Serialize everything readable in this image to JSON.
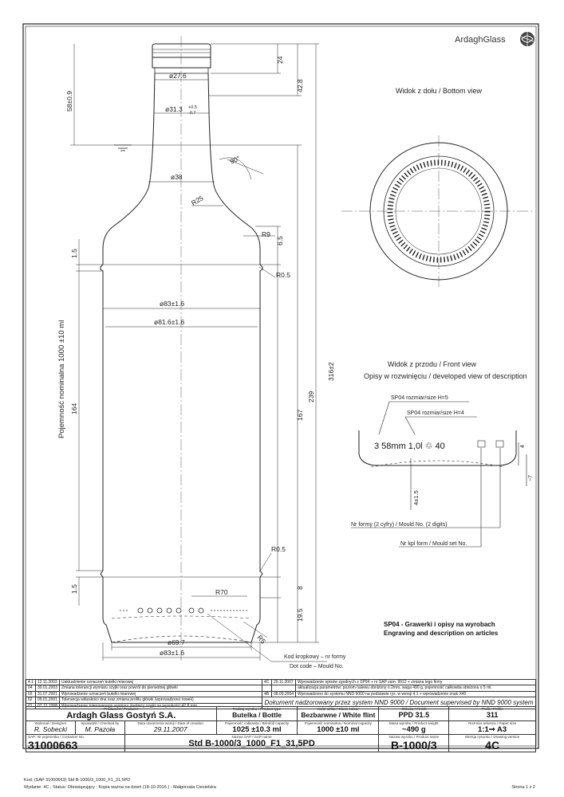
{
  "logo": {
    "brand": "ArdaghGlass"
  },
  "views": {
    "bottom": "Widok z dołu / Bottom view",
    "front": "Widok z przodu / Front view",
    "developed": "Opisy w rozwinięciu / developed view of description"
  },
  "capacity_label": "Pojemność nominalna 1000 ±10 ml",
  "dims": {
    "d_27_6": "ø27.6",
    "d_31_3": "ø31.3",
    "d_31_3_tol_up": "+0.5",
    "d_31_3_tol_dn": "-0.7",
    "d_38": "ø38",
    "d_83_a": "ø83±1.6",
    "d_81_6": "ø81.6±1.6",
    "d_69_7": "ø69.7",
    "d_83_b": "ø83±1.6",
    "r25": "R25",
    "r9": "R9",
    "r0_5_a": "R0.5",
    "r0_5_b": "R0.5",
    "r70": "R70",
    "r5": "R5",
    "angle_90": "90°",
    "h24": "24",
    "h42_8": "42.8",
    "h58": "58±0.9",
    "h6_5": "6.5",
    "h1_5_a": "1.5",
    "h164": "164",
    "h167": "167",
    "h239": "239",
    "h316": "316±2",
    "h1_5_b": "1.5",
    "h8": "8",
    "h19_5": "19.5",
    "h4": "4",
    "h4_1_5": "4±1.5",
    "h7": "~7"
  },
  "front_view": {
    "sp04_h5": "SP04 rozmiar/size H=5",
    "sp04_h4": "SP04 rozmiar/size H=4",
    "engraving": "3 58mm 1,0l ♲ 40",
    "mould_no": "Nr formy (2 cyfry) / Mould No. (2 digits)",
    "mould_set": "Nr kpl form / Mould set No."
  },
  "dot_code": {
    "pl": "Kod kropkowy – nr formy",
    "en": "Dot code – Mould No."
  },
  "sp04": {
    "title_pl": "SP04 - Grawerki i opisy na wyrobach",
    "title_en": "Engraving and description on articles"
  },
  "revisions": {
    "left": [
      {
        "idx": "4.1",
        "date": "12.11.2003",
        "desc": "Uaktualnienie oznaczeń butelki miarowej"
      },
      {
        "idx": "04",
        "date": "30.01.2003",
        "desc": "Zmiana tolerancji wymiaru szyjki oraz powrót do pierwotnej główki"
      },
      {
        "idx": "03",
        "date": "31.07.2001",
        "desc": "Wprowadzenie oznaczeń butelki miarowej"
      },
      {
        "idx": "02",
        "date": "09.01.2001",
        "desc": "Tolerancja wklęsłości dna oraz zmiana profilu główki (wprowadzono rowek)"
      },
      {
        "idx": "01",
        "date": "07.12.1998",
        "desc": "Wprowadzenie tolerowanego wymiaru średnicy szyjki na wysokości 42.8 mm"
      }
    ],
    "right": [
      {
        "idx": "4C",
        "date": "29.11.2007",
        "desc": "Wprowadzenie opisów zgodnych z SP04 + nr SAP zam. 9912 + zmiana logo firmy"
      },
      {
        "idx": "",
        "date": "",
        "desc": "aktualizacja parametrów: poziom nalewu obniżony o 2mm, waga 490 g, pojemność całkowita obniżona o 5 ml."
      },
      {
        "idx": "4B",
        "date": "08.09.2004",
        "desc": "Wprowadzono do systemu NND 9000 na podstawie rys. w wersji 4.1 + wprowadzenie znak X40"
      }
    ]
  },
  "supervised": "Dokument nadzorowany przez system NND 9000 / Document supervised by NND 9000 system",
  "title_block": {
    "producer_label": "Producent / Producer",
    "producer": "Ardagh Glass Gostyń S.A.",
    "designer_label": "Wykonał / Designer",
    "designer": "R. Sobecki",
    "checked_label": "Sprawdził / Checked by",
    "checked": "M. Pazoła",
    "date_label": "Data utworzenia wersji / Date of creation",
    "date": "29.11.2007",
    "product_type_label": "Rodzaj wyrobu / Product type",
    "product_type": "Butelka / Bottle",
    "colour_label": "Kolor szkła / Glass colour",
    "colour": "Bezbarwne / White flint",
    "finish_label": "Główka / Finish",
    "finish": "PPD 31.5",
    "profile_label": "Profil / Profile",
    "profile": "311",
    "brimfull_label": "Pojemność całkowita / Brimfull capacity",
    "brimfull": "1025 ±10.3 ml",
    "nominal_label": "Pojemność nominalna / Nominal capacity",
    "nominal": "1000 ±10 ml",
    "weight_label": "Masa wyrobu / Product weight",
    "weight": "~490 g",
    "scale_label": "Rozmiar arkusza / Paper size",
    "scale": "1:1➞ A3",
    "sap_no_label": "SAP: Nr pojemnika / Container No.",
    "sap_no": "31000663",
    "sap_name_label": "Nazwa SAP / SAP name",
    "sap_name": "Std B-1000/3_1000_F1_31,5PD",
    "product_name_label": "Nazwa wyrobu / Product name",
    "product_name": "B-1000/3",
    "version_label": "Wersja rysunku / Drawing version",
    "version": "4C"
  },
  "footer": {
    "code": "Kod: (SAP 31000663) Std B-1000/3_1000_F1_31,5PD",
    "issue": "Wydanie: 4C ; Status: Obowiązujący ; Kopia ważna na dzień (18-10-2016 ) - Małgorzata Ciesielska",
    "page": "Strona 1 z 2"
  },
  "colors": {
    "line": "#222222",
    "hatch": "#555555"
  }
}
